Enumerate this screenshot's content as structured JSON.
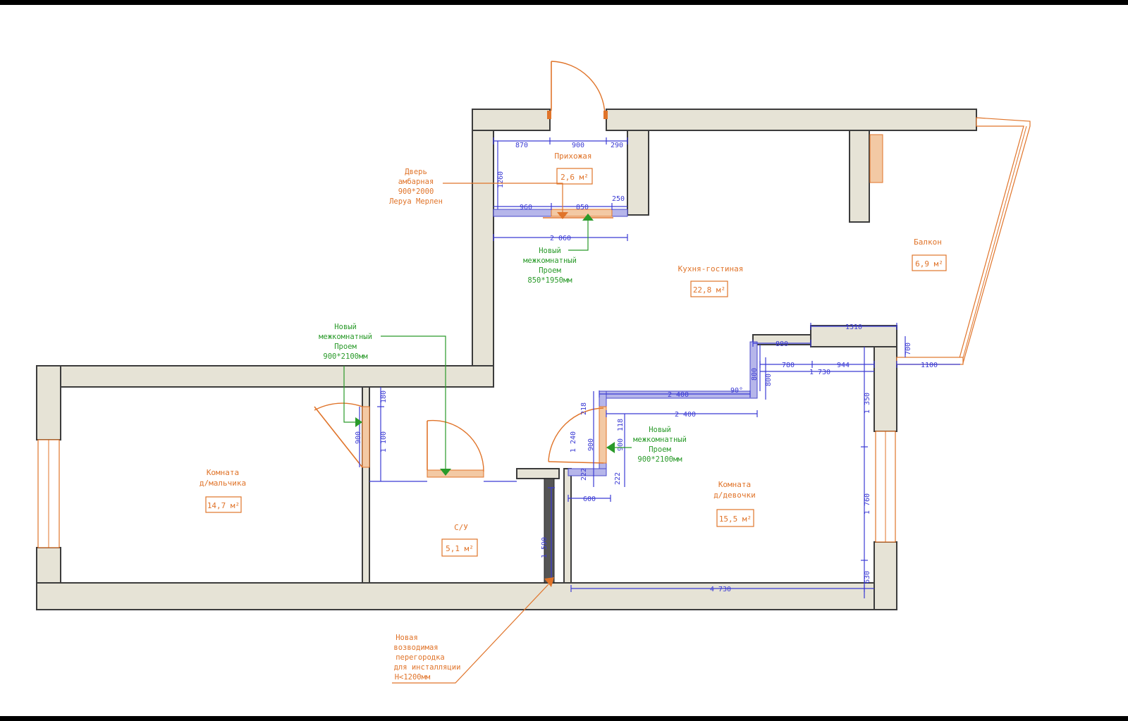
{
  "rooms": {
    "hallway": {
      "name": "Прихожая",
      "area": "2,6 м²"
    },
    "kitchen": {
      "name": "Кухня-гостиная",
      "area": "22,8 м²"
    },
    "balcony": {
      "name": "Балкон",
      "area": "6,9 м²"
    },
    "boy_room": {
      "name_1": "Комната",
      "name_2": "д/мальчика",
      "area": "14,7 м²"
    },
    "bathroom": {
      "name": "С/У",
      "area": "5,1 м²"
    },
    "girl_room": {
      "name_1": "Комната",
      "name_2": "д/девочки",
      "area": "15,5 м²"
    }
  },
  "notes": {
    "door_1": "Дверь",
    "door_2": "амбарная",
    "door_3": "900*2000",
    "door_4": "Леруа Мерлен",
    "open_a_1": "Новый",
    "open_a_2": "межкомнатный",
    "open_a_3": "Проем",
    "open_a_4": "850*1950мм",
    "open_b_1": "Новый",
    "open_b_2": "межкомнатный",
    "open_b_3": "Проем",
    "open_b_4": "900*2100мм",
    "open_c_1": "Новый",
    "open_c_2": "межкомнатный",
    "open_c_3": "Проем",
    "open_c_4": "900*2100мм",
    "part_1": "Новая",
    "part_2": "возводимая",
    "part_3": "перегородка",
    "part_4": "для инсталляции",
    "part_5": "Н<1200мм"
  },
  "dims": {
    "d870": "870",
    "d900top": "900",
    "d290": "290",
    "d1260": "1260",
    "d960": "960",
    "d850": "850",
    "d250": "250",
    "d2060": "2 060",
    "d1310": "1310",
    "d880": "880",
    "d780": "780",
    "d944": "944",
    "d1730": "1 730",
    "d800a": "800",
    "d800b": "800",
    "d700": "700",
    "d1100r": "1100",
    "d2400a": "2 400",
    "d2400b": "2 400",
    "d90": "90°",
    "d1350": "1 350",
    "d1760": "1 760",
    "d630": "630",
    "d4730": "4 730",
    "d218": "218",
    "d118": "118",
    "d1240": "1 240",
    "d900c": "900",
    "d900d": "900",
    "d222a": "222",
    "d222b": "222",
    "d600": "600",
    "d180": "180",
    "d1100": "1 100",
    "d900e": "900",
    "d1590": "1 590"
  }
}
